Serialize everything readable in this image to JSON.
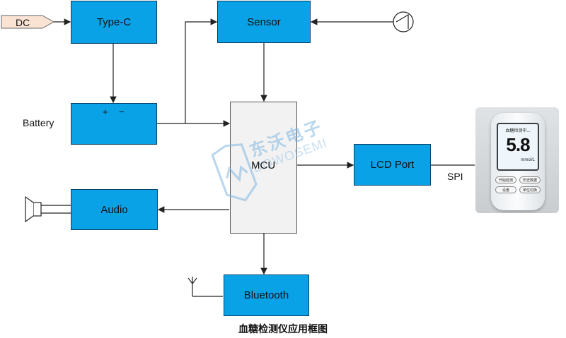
{
  "blocks": {
    "type_c": "Type-C",
    "sensor": "Sensor",
    "lcd_port": "LCD Port",
    "audio": "Audio",
    "bluetooth": "Bluetooth",
    "mcu": "MCU"
  },
  "labels": {
    "dc": "DC",
    "battery": "Battery",
    "spi": "SPI",
    "battery_plus": "+",
    "battery_minus": "−"
  },
  "caption": "血糖检测仪应用框图",
  "watermark": {
    "cn": "东沃电子",
    "en": "DOWOSEMI"
  },
  "device": {
    "screen_title": "血糖检测中...",
    "reading": "5.8",
    "unit": "mmol/L",
    "buttons": [
      "开始检测",
      "历史数据",
      "设置",
      "单位切换"
    ]
  },
  "colors": {
    "block_fill": "#0aa2e6",
    "mcu_fill": "#f2f2f2",
    "dc_tag_fill": "#fbe3d4",
    "wire": "#222222"
  }
}
